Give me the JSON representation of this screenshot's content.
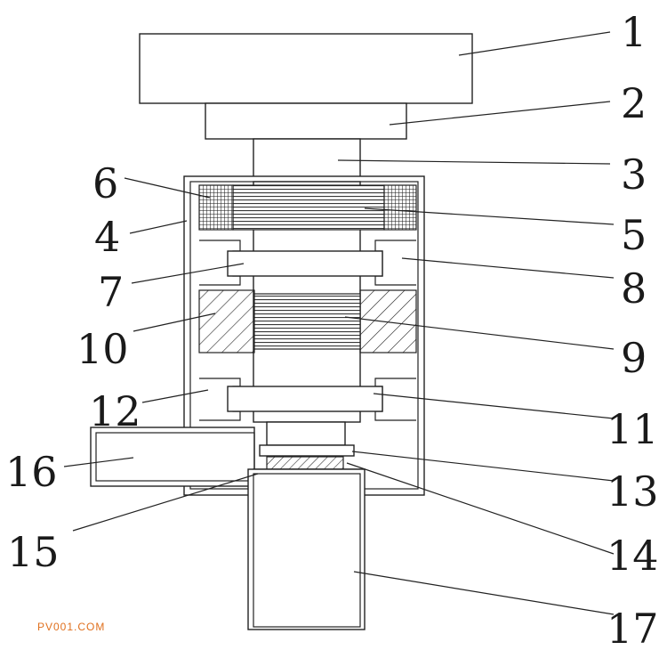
{
  "labels": {
    "l1": "1",
    "l2": "2",
    "l3": "3",
    "l4": "4",
    "l5": "5",
    "l6": "6",
    "l7": "7",
    "l8": "8",
    "l9": "9",
    "l10": "10",
    "l11": "11",
    "l12": "12",
    "l13": "13",
    "l14": "14",
    "l15": "15",
    "l16": "16",
    "l17": "17"
  },
  "watermark": "PV001.COM"
}
